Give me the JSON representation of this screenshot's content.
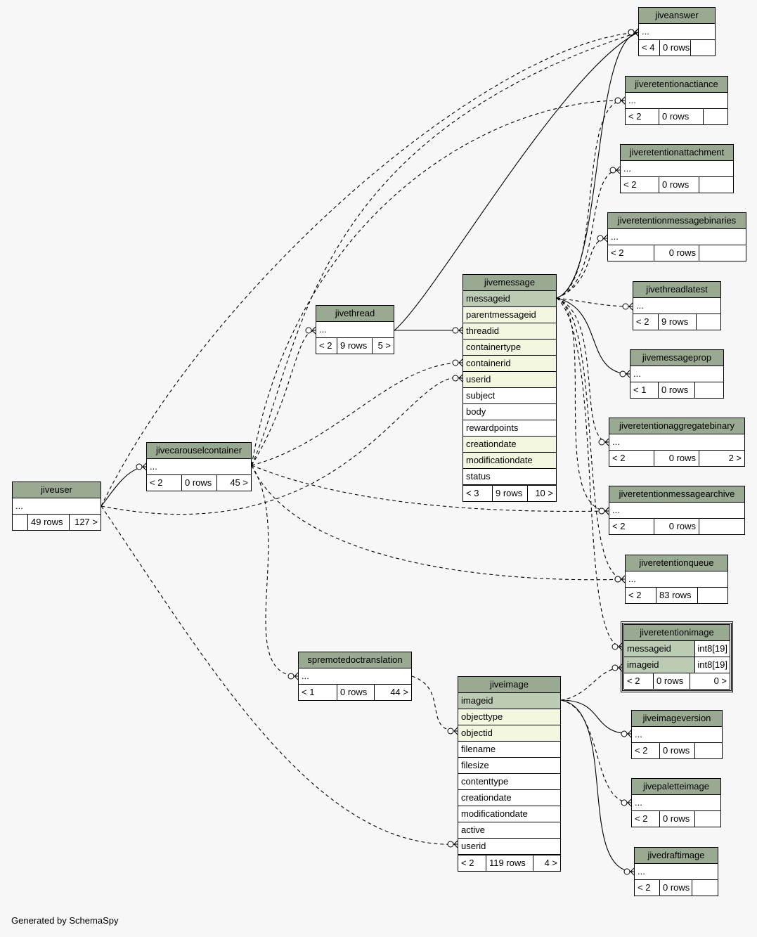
{
  "footer": "Generated by SchemaSpy",
  "tables": {
    "jiveanswer": {
      "name": "jiveanswer",
      "rows": [
        "..."
      ],
      "foot": [
        "< 4",
        "0 rows",
        ""
      ]
    },
    "jiveretentionactiance": {
      "name": "jiveretentionactiance",
      "rows": [
        "..."
      ],
      "foot": [
        "< 2",
        "0 rows",
        ""
      ]
    },
    "jiveretentionattachment": {
      "name": "jiveretentionattachment",
      "rows": [
        "..."
      ],
      "foot": [
        "< 2",
        "0 rows",
        ""
      ]
    },
    "jiveretentionmessagebinaries": {
      "name": "jiveretentionmessagebinaries",
      "rows": [
        "..."
      ],
      "foot": [
        "< 2",
        "0 rows",
        ""
      ]
    },
    "jivethreadlatest": {
      "name": "jivethreadlatest",
      "rows": [
        "..."
      ],
      "foot": [
        "< 2",
        "9 rows",
        ""
      ]
    },
    "jivemessageprop": {
      "name": "jivemessageprop",
      "rows": [
        "..."
      ],
      "foot": [
        "< 1",
        "0 rows",
        ""
      ]
    },
    "jiveretentionaggregatebinary": {
      "name": "jiveretentionaggregatebinary",
      "rows": [
        "..."
      ],
      "foot": [
        "< 2",
        "0 rows",
        "2 >"
      ]
    },
    "jiveretentionmessagearchive": {
      "name": "jiveretentionmessagearchive",
      "rows": [
        "..."
      ],
      "foot": [
        "< 2",
        "0 rows",
        ""
      ]
    },
    "jiveretentionqueue": {
      "name": "jiveretentionqueue",
      "rows": [
        "..."
      ],
      "foot": [
        "< 2",
        "83 rows",
        ""
      ]
    },
    "jiveretentionimage": {
      "name": "jiveretentionimage",
      "rows": [
        "messageid",
        "imageid"
      ],
      "types": [
        "int8[19]",
        "int8[19]"
      ],
      "foot": [
        "< 2",
        "0 rows",
        "0 >"
      ]
    },
    "jiveimageversion": {
      "name": "jiveimageversion",
      "rows": [
        "..."
      ],
      "foot": [
        "< 2",
        "0 rows",
        ""
      ]
    },
    "jivepaletteimage": {
      "name": "jivepaletteimage",
      "rows": [
        "..."
      ],
      "foot": [
        "< 2",
        "0 rows",
        ""
      ]
    },
    "jivedraftimage": {
      "name": "jivedraftimage",
      "rows": [
        "..."
      ],
      "foot": [
        "< 2",
        "0 rows",
        ""
      ]
    },
    "jivemessage": {
      "name": "jivemessage",
      "rows": [
        "messageid",
        "parentmessageid",
        "threadid",
        "containertype",
        "containerid",
        "userid",
        "subject",
        "body",
        "rewardpoints",
        "creationdate",
        "modificationdate",
        "status"
      ],
      "foot": [
        "< 3",
        "9 rows",
        "10 >"
      ]
    },
    "jivethread": {
      "name": "jivethread",
      "rows": [
        "..."
      ],
      "foot": [
        "< 2",
        "9 rows",
        "5 >"
      ]
    },
    "jivecarouselcontainer": {
      "name": "jivecarouselcontainer",
      "rows": [
        "..."
      ],
      "foot": [
        "< 2",
        "0 rows",
        "45 >"
      ]
    },
    "jiveuser": {
      "name": "jiveuser",
      "rows": [
        "..."
      ],
      "foot": [
        "",
        "49 rows",
        "127 >"
      ]
    },
    "spremotedoctranslation": {
      "name": "spremotedoctranslation",
      "rows": [
        "..."
      ],
      "foot": [
        "< 1",
        "0 rows",
        "44 >"
      ]
    },
    "jiveimage": {
      "name": "jiveimage",
      "rows": [
        "imageid",
        "objecttype",
        "objectid",
        "filename",
        "filesize",
        "contenttype",
        "creationdate",
        "modificationdate",
        "active",
        "userid"
      ],
      "foot": [
        "< 2",
        "119 rows",
        "4 >"
      ]
    }
  }
}
